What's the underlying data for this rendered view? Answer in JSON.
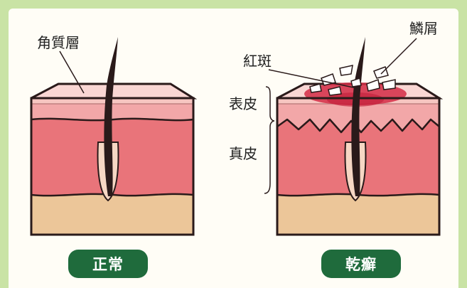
{
  "labels": {
    "horny_layer": "角質層",
    "scales": "鱗屑",
    "erythema": "紅斑",
    "epidermis": "表皮",
    "dermis": "真皮"
  },
  "captions": {
    "normal": "正常",
    "dry": "乾癬"
  },
  "colors": {
    "frame": "#c9e3a5",
    "caption_bg": "#1f6b3c",
    "horny_layer": "#f6c6c1",
    "epidermis": "#f2a7a8",
    "dermis": "#e9747a",
    "subcutis": "#ecc699",
    "erythema": "#d42c45",
    "hair": "#2a1a1a"
  }
}
